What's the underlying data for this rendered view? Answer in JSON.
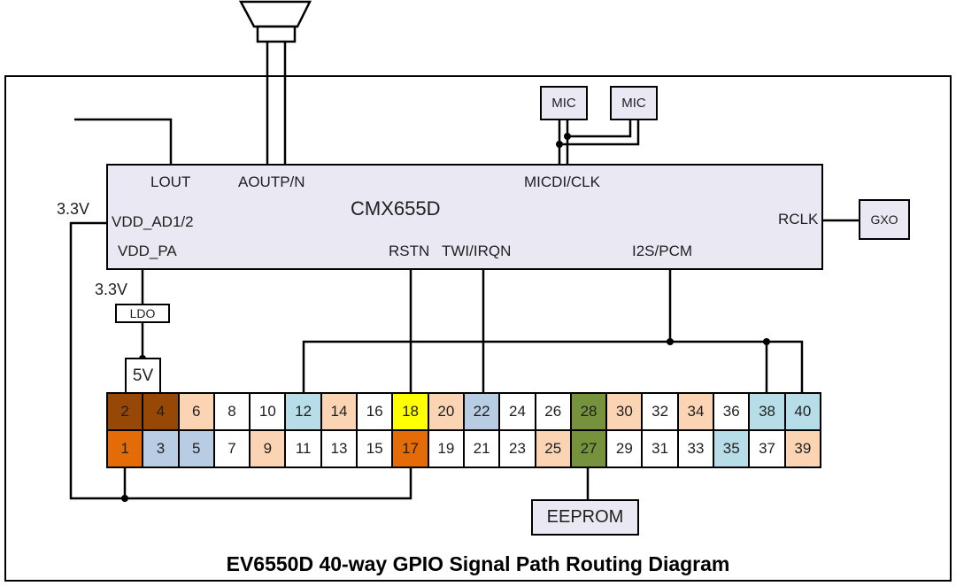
{
  "title": "EV6550D 40-way GPIO Signal Path Routing Diagram",
  "chip": {
    "name": "CMX655D",
    "pin_labels": {
      "lout": "LOUT",
      "aoutp": "AOUTP/N",
      "micdi": "MICDI/CLK",
      "vdd_ad": "VDD_AD1/2",
      "vdd_pa": "VDD_PA",
      "rstn": "RSTN",
      "twi": "TWI/IRQN",
      "i2s": "I2S/PCM",
      "rclk": "RCLK"
    }
  },
  "blocks": {
    "mic_left": "MIC",
    "mic_right": "MIC",
    "gxo": "GXO",
    "ldo": "LDO",
    "five_v": "5V",
    "eeprom": "EEPROM"
  },
  "labels": {
    "rail_3v3_left": "3.3V",
    "rail_3v3_pa": "3.3V"
  },
  "colors": {
    "chip_fill": "#EAE8F2",
    "box_fill": "#EAE8F2",
    "wire": "#000000",
    "pin_palette": {
      "white": "#FFFFFF",
      "brown": "#974806",
      "orange": "#E36C09",
      "peach": "#FBD4B4",
      "blue": "#B8CCE4",
      "cyan": "#B7DEE8",
      "yellow": "#FFFF00",
      "olive": "#76923C"
    }
  },
  "gpio_header": {
    "top_row": [
      {
        "pin": 2,
        "color": "brown"
      },
      {
        "pin": 4,
        "color": "brown"
      },
      {
        "pin": 6,
        "color": "peach"
      },
      {
        "pin": 8,
        "color": "white"
      },
      {
        "pin": 10,
        "color": "white"
      },
      {
        "pin": 12,
        "color": "cyan"
      },
      {
        "pin": 14,
        "color": "peach"
      },
      {
        "pin": 16,
        "color": "white"
      },
      {
        "pin": 18,
        "color": "yellow"
      },
      {
        "pin": 20,
        "color": "peach"
      },
      {
        "pin": 22,
        "color": "blue"
      },
      {
        "pin": 24,
        "color": "white"
      },
      {
        "pin": 26,
        "color": "white"
      },
      {
        "pin": 28,
        "color": "olive"
      },
      {
        "pin": 30,
        "color": "peach"
      },
      {
        "pin": 32,
        "color": "white"
      },
      {
        "pin": 34,
        "color": "peach"
      },
      {
        "pin": 36,
        "color": "white"
      },
      {
        "pin": 38,
        "color": "cyan"
      },
      {
        "pin": 40,
        "color": "cyan"
      }
    ],
    "bottom_row": [
      {
        "pin": 1,
        "color": "orange"
      },
      {
        "pin": 3,
        "color": "blue"
      },
      {
        "pin": 5,
        "color": "blue"
      },
      {
        "pin": 7,
        "color": "white"
      },
      {
        "pin": 9,
        "color": "peach"
      },
      {
        "pin": 11,
        "color": "white"
      },
      {
        "pin": 13,
        "color": "white"
      },
      {
        "pin": 15,
        "color": "white"
      },
      {
        "pin": 17,
        "color": "orange"
      },
      {
        "pin": 19,
        "color": "white"
      },
      {
        "pin": 21,
        "color": "white"
      },
      {
        "pin": 23,
        "color": "white"
      },
      {
        "pin": 25,
        "color": "peach"
      },
      {
        "pin": 27,
        "color": "olive"
      },
      {
        "pin": 29,
        "color": "white"
      },
      {
        "pin": 31,
        "color": "white"
      },
      {
        "pin": 33,
        "color": "white"
      },
      {
        "pin": 35,
        "color": "cyan"
      },
      {
        "pin": 37,
        "color": "white"
      },
      {
        "pin": 39,
        "color": "peach"
      }
    ]
  }
}
